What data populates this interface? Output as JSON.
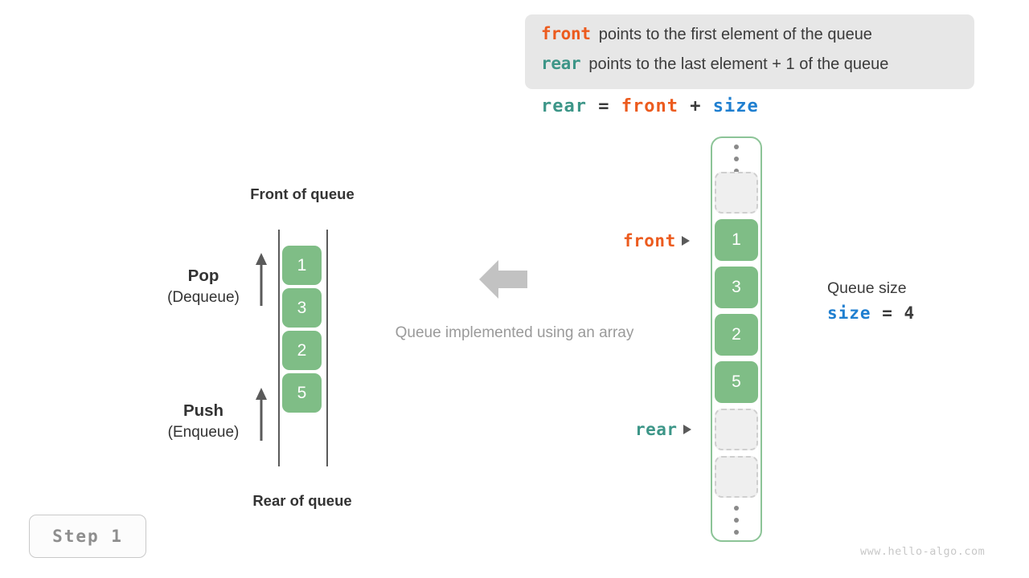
{
  "legend": {
    "lines": [
      {
        "keyword": "front",
        "text": "points to the first element of the queue",
        "color": "#ec5b1e"
      },
      {
        "keyword": "rear",
        "text": "points to the last element + 1 of the queue",
        "color": "#3d9688"
      }
    ]
  },
  "formula": {
    "lhs": "rear",
    "eq": "=",
    "rhs1": "front",
    "plus": "+",
    "rhs2": "size"
  },
  "left_stack": {
    "top_label": "Front of queue",
    "bottom_label": "Rear of queue",
    "cells": [
      "1",
      "3",
      "2",
      "5"
    ],
    "pop": {
      "name": "Pop",
      "sub": "(Dequeue)"
    },
    "push": {
      "name": "Push",
      "sub": "(Enqueue)"
    }
  },
  "center": {
    "caption": "Queue implemented using an array"
  },
  "array": {
    "cells": [
      {
        "value": "",
        "state": "empty"
      },
      {
        "value": "1",
        "state": "filled"
      },
      {
        "value": "3",
        "state": "filled"
      },
      {
        "value": "2",
        "state": "filled"
      },
      {
        "value": "5",
        "state": "filled"
      },
      {
        "value": "",
        "state": "empty"
      },
      {
        "value": "",
        "state": "empty"
      }
    ],
    "pointers": {
      "front": "front",
      "rear": "rear"
    }
  },
  "size_info": {
    "title": "Queue size",
    "var": "size",
    "eq": "=",
    "value": "4"
  },
  "step_badge": "Step 1",
  "footer_url": "www.hello-algo.com",
  "colors": {
    "front": "#ec5b1e",
    "rear": "#3d9688",
    "size": "#1f7fd0",
    "cell_green": "#7fbd86",
    "container_green": "#8cc497",
    "legend_bg": "#e7e7e7",
    "muted": "#9a9a9a"
  }
}
